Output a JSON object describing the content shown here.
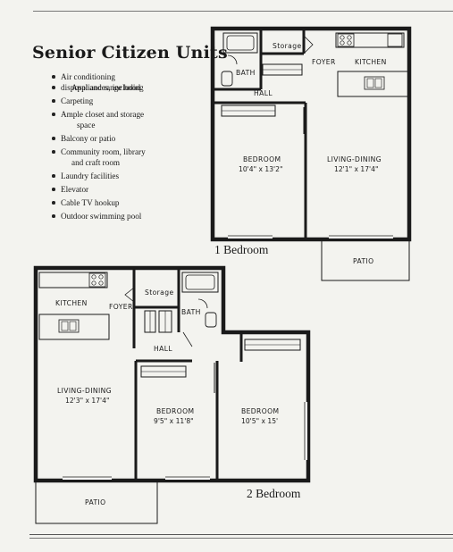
{
  "title": "Senior Citizen Units",
  "features": [
    "Air conditioning",
    "Appliances, including",
    "disposal and range hood",
    "Carpeting",
    "Ample closet and storage",
    "space",
    "Balcony or patio",
    "Community room, library",
    "and craft room",
    "Laundry facilities",
    "Elevator",
    "Cable TV hookup",
    "Outdoor swimming pool"
  ],
  "plan_1br": {
    "caption": "1 Bedroom",
    "labels": {
      "storage": "Storage",
      "bath": "BATH",
      "foyer": "FOYER",
      "kitchen": "KITCHEN",
      "hall": "HALL",
      "bedroom": "BEDROOM",
      "bedroom_dim": "10'4\" x 13'2\"",
      "living": "LIVING-DINING",
      "living_dim": "12'1\" x 17'4\"",
      "patio": "PATIO"
    }
  },
  "plan_2br": {
    "caption": "2 Bedroom",
    "labels": {
      "kitchen": "KITCHEN",
      "foyer": "FOYER",
      "storage": "Storage",
      "bath": "BATH",
      "hall": "HALL",
      "living": "LIVING-DINING",
      "living_dim": "12'3\" x 17'4\"",
      "bedroom1": "BEDROOM",
      "bedroom1_dim": "9'5\" x 11'8\"",
      "bedroom2": "BEDROOM",
      "bedroom2_dim": "10'5\" x 15'",
      "patio": "PATIO"
    }
  }
}
